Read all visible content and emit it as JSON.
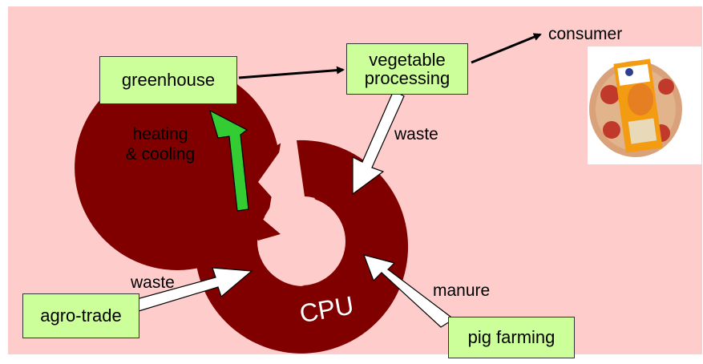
{
  "colors": {
    "background": "#ffcccc",
    "node_fill": "#ccff99",
    "cpu_ring": "#800000",
    "heat_arrow": "#33cc33",
    "waste_arrow": "#ffffff",
    "flow_arrow": "#000000"
  },
  "nodes": {
    "greenhouse": "greenhouse",
    "vegetable_processing": [
      "vegetable",
      "processing"
    ],
    "agro_trade": "agro-trade",
    "pig_farming": "pig farming",
    "cpu": "CPU"
  },
  "labels": {
    "consumer": "consumer",
    "heating_cooling": [
      "heating",
      "& cooling"
    ],
    "waste_processing": "waste",
    "waste_agro": "waste",
    "manure": "manure"
  },
  "image": {
    "description_icon": "pizza-package-image"
  }
}
